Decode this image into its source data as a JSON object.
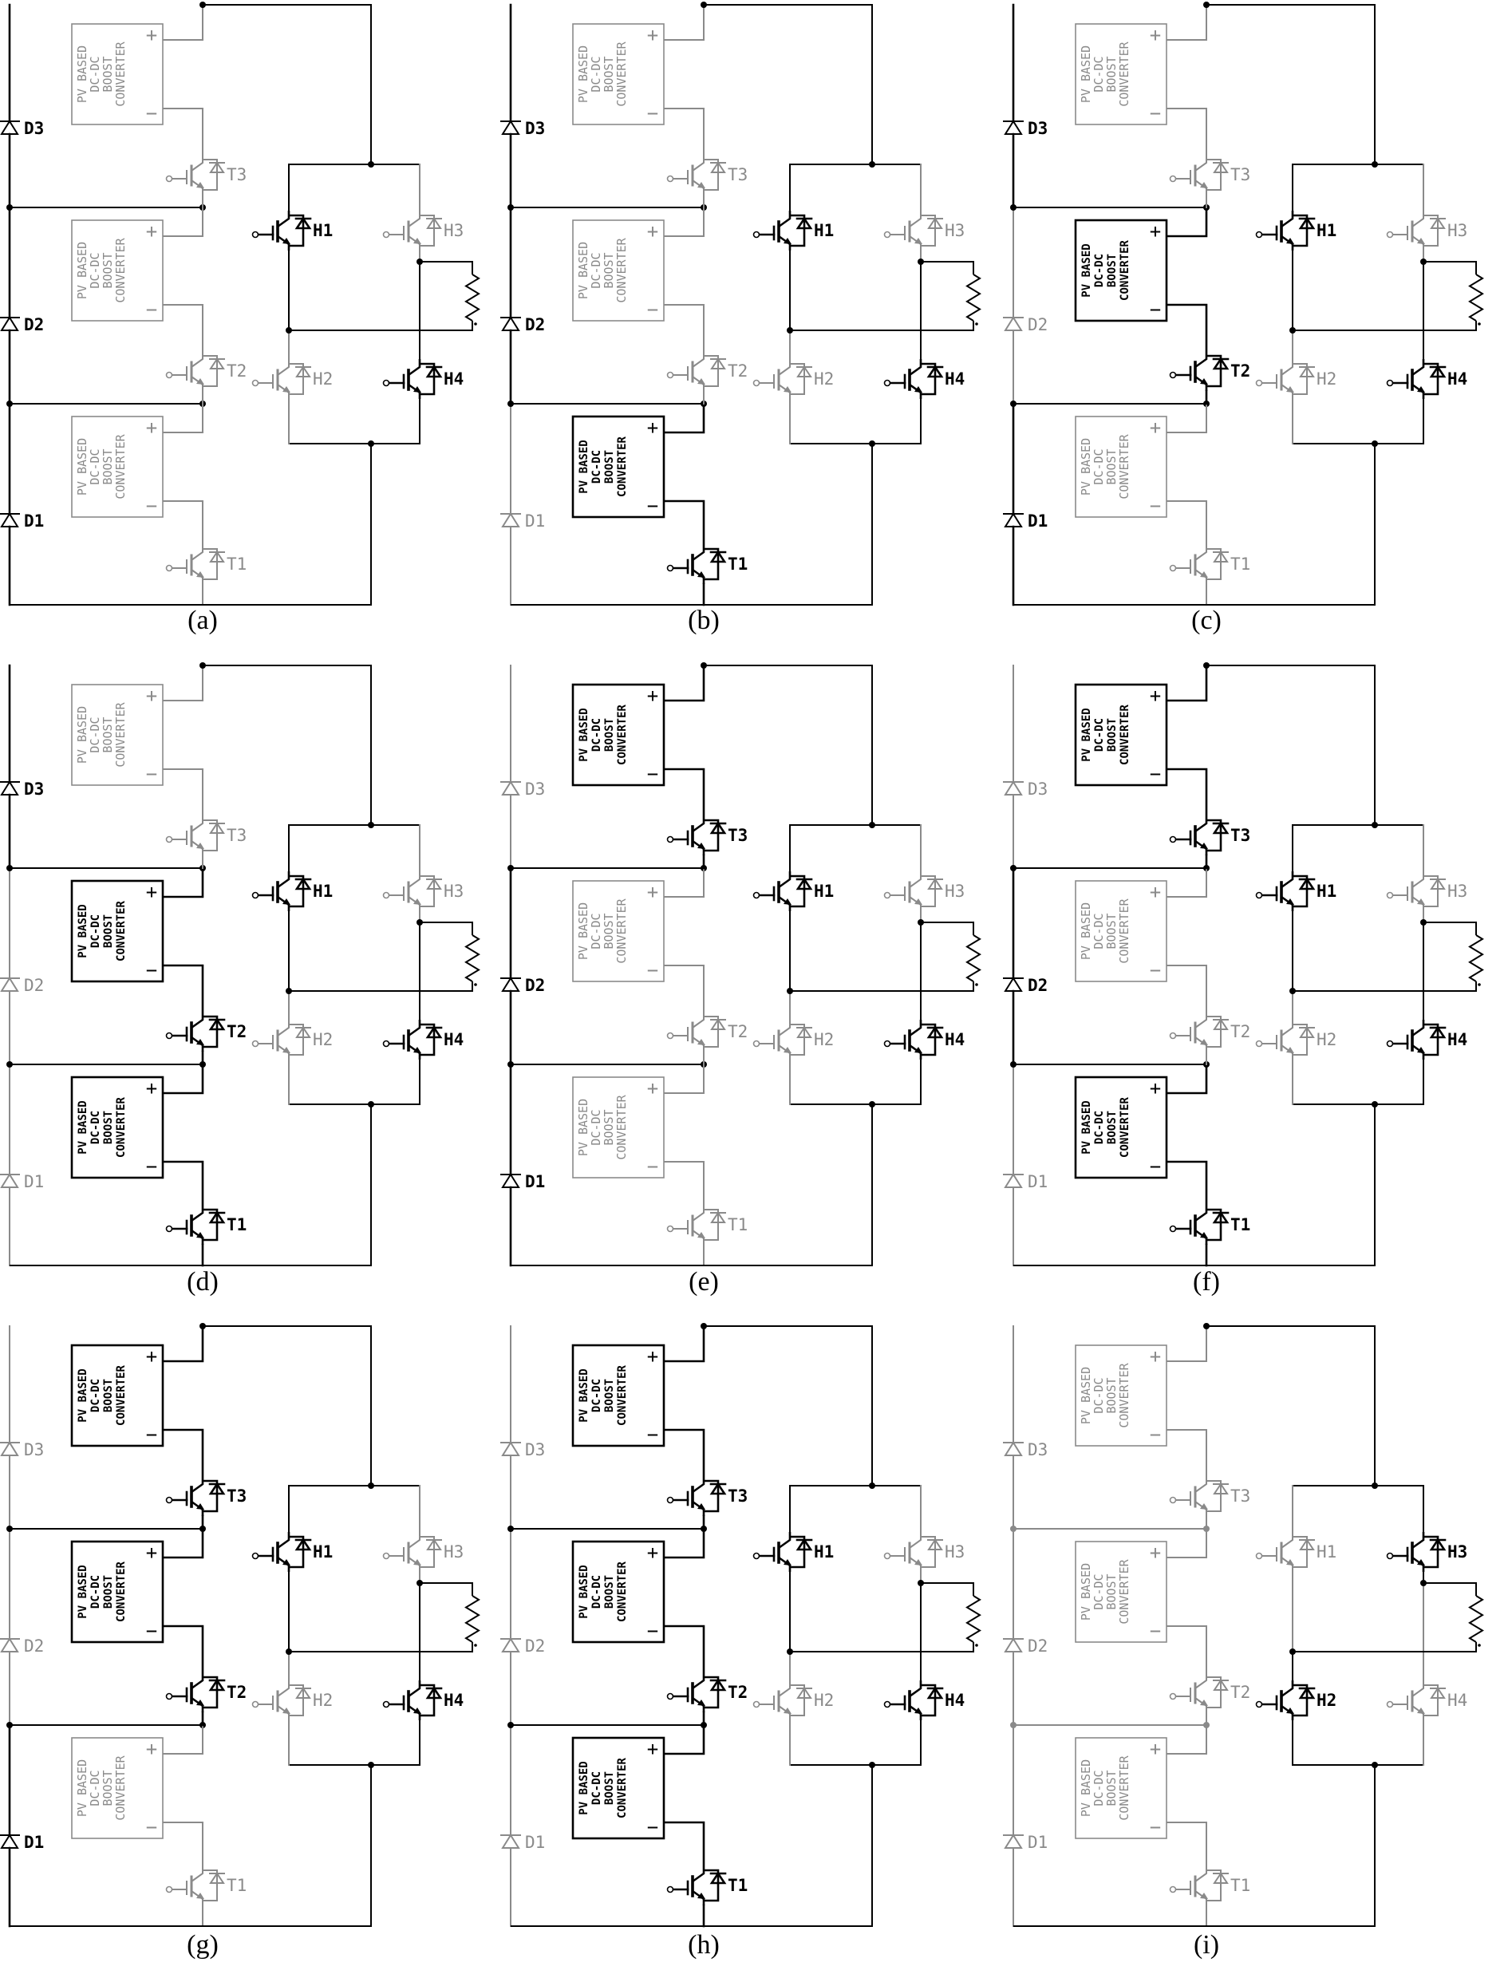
{
  "figure": {
    "converter_label_lines": [
      "PV BASED",
      "DC-DC",
      "BOOST",
      "CONVERTER"
    ],
    "plus_sign": "+",
    "minus_sign": "−",
    "colors": {
      "active": "#000000",
      "inactive": "#8a8a8a"
    },
    "panels": [
      {
        "caption": "(a)",
        "active_converters": [],
        "active_T": [],
        "active_D": [
          "D1",
          "D2",
          "D3"
        ],
        "active_H": [
          "H1",
          "H4"
        ]
      },
      {
        "caption": "(b)",
        "active_converters": [
          1
        ],
        "active_T": [
          "T1"
        ],
        "active_D": [
          "D2",
          "D3"
        ],
        "active_H": [
          "H1",
          "H4"
        ]
      },
      {
        "caption": "(c)",
        "active_converters": [
          2
        ],
        "active_T": [
          "T2"
        ],
        "active_D": [
          "D1",
          "D3"
        ],
        "active_H": [
          "H1",
          "H4"
        ]
      },
      {
        "caption": "(d)",
        "active_converters": [
          1,
          2
        ],
        "active_T": [
          "T1",
          "T2"
        ],
        "active_D": [
          "D3"
        ],
        "active_H": [
          "H1",
          "H4"
        ]
      },
      {
        "caption": "(e)",
        "active_converters": [
          3
        ],
        "active_T": [
          "T3"
        ],
        "active_D": [
          "D1",
          "D2"
        ],
        "active_H": [
          "H1",
          "H4"
        ]
      },
      {
        "caption": "(f)",
        "active_converters": [
          1,
          3
        ],
        "active_T": [
          "T1",
          "T3"
        ],
        "active_D": [
          "D2"
        ],
        "active_H": [
          "H1",
          "H4"
        ]
      },
      {
        "caption": "(g)",
        "active_converters": [
          2,
          3
        ],
        "active_T": [
          "T2",
          "T3"
        ],
        "active_D": [
          "D1"
        ],
        "active_H": [
          "H1",
          "H4"
        ]
      },
      {
        "caption": "(h)",
        "active_converters": [
          1,
          2,
          3
        ],
        "active_T": [
          "T1",
          "T2",
          "T3"
        ],
        "active_D": [],
        "active_H": [
          "H1",
          "H4"
        ]
      },
      {
        "caption": "(i)",
        "active_converters": [],
        "active_T": [],
        "active_D": [],
        "active_H": [
          "H2",
          "H3"
        ]
      }
    ]
  }
}
